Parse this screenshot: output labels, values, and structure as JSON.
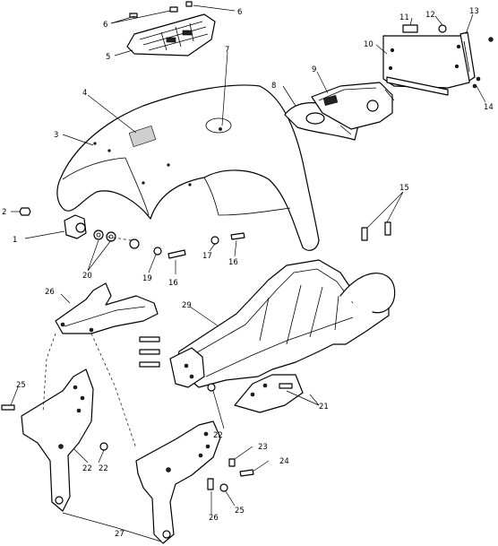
{
  "callouts": {
    "c1": "1",
    "c2": "2",
    "c3": "3",
    "c4": "4",
    "c5": "5",
    "c6a": "6",
    "c6b": "6",
    "c7": "7",
    "c8": "8",
    "c9": "9",
    "c10": "10",
    "c11": "11",
    "c12": "12",
    "c13": "13",
    "c14": "14",
    "c15": "15",
    "c16a": "16",
    "c16b": "16",
    "c17": "17",
    "c19": "19",
    "c20": "20",
    "c21": "21",
    "c22a": "22",
    "c22b": "22",
    "c22c": "22",
    "c23": "23",
    "c24": "24",
    "c25a": "25",
    "c25b": "25",
    "c26a": "26",
    "c26b": "26",
    "c27": "27",
    "c29": "29"
  }
}
